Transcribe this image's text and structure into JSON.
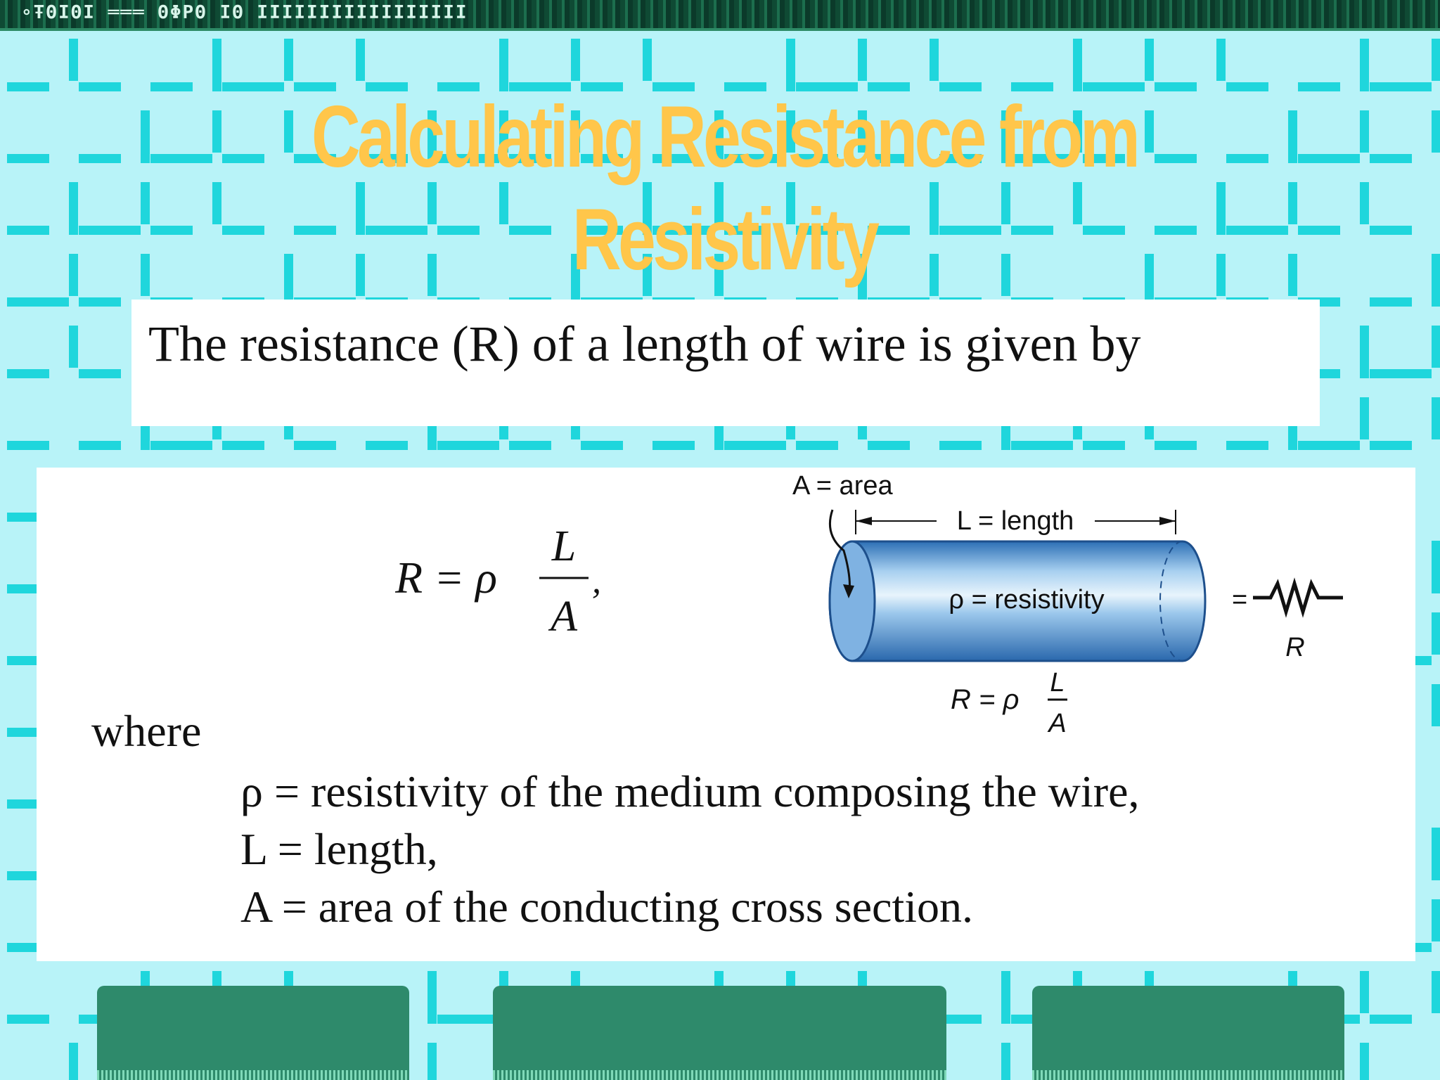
{
  "slide": {
    "title": "Calculating Resistance from Resistivity",
    "intro_text": "The resistance (R) of a length of wire is given by",
    "formula": {
      "lhs": "R = ρ",
      "numerator": "L",
      "denominator": "A",
      "suffix": ","
    },
    "where_label": "where",
    "definitions": [
      "ρ = resistivity of the medium composing the wire,",
      "L = length,",
      "A = area of the conducting cross section."
    ],
    "diagram": {
      "area_label": "A = area",
      "length_label": "L = length",
      "resistivity_label": "ρ = resistivity",
      "equals_sign": "=",
      "resistor_label": "R",
      "formula_lhs": "R = ρ",
      "formula_num": "L",
      "formula_den": "A"
    },
    "top_band_text": "∘ŦΘΙΘΙ  ═══  ΘΦΡΘ  ΙΘ  ΙΙΙΙΙΙΙΙΙΙΙΙΙΙΙΙΙ"
  },
  "colors": {
    "background": "#b8f3f8",
    "grid": "#1fd6dc",
    "title": "#ffc64a",
    "button": "#2e8a6b"
  }
}
